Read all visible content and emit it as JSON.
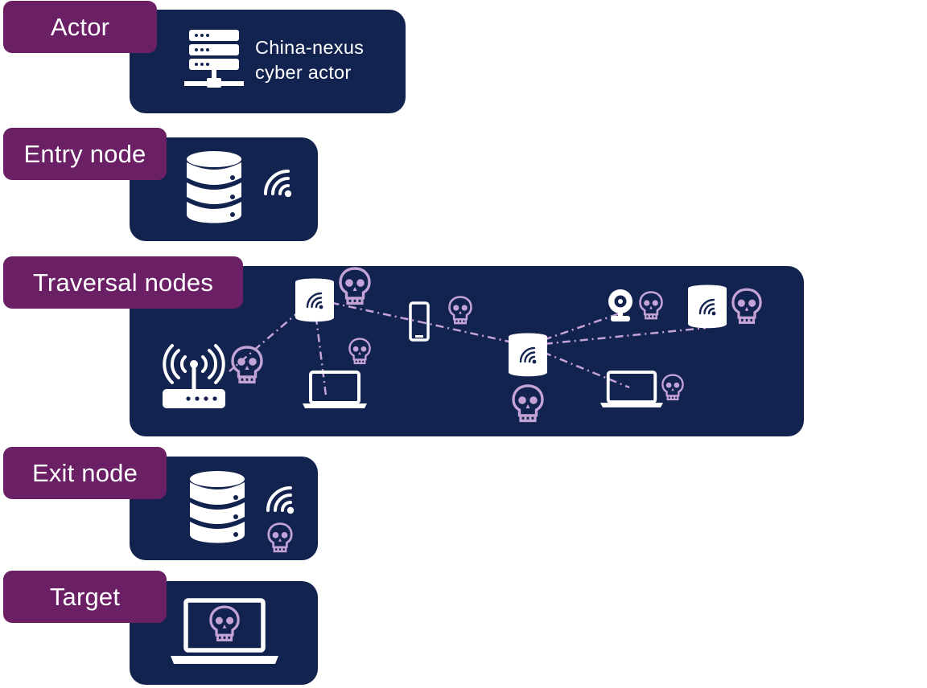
{
  "stages": {
    "actor": {
      "label": "Actor",
      "description": [
        "China-nexus",
        "cyber actor"
      ]
    },
    "entry": {
      "label": "Entry node"
    },
    "traversal": {
      "label": "Traversal nodes"
    },
    "exit": {
      "label": "Exit node"
    },
    "target": {
      "label": "Target"
    }
  },
  "colors": {
    "panel": "#13234f",
    "tag": "#6b2066",
    "skull": "#c4a3d6",
    "link": "#c4a3d6",
    "device": "#ffffff"
  },
  "icons": {
    "actor": "server-rack-icon",
    "entry": [
      "database-icon",
      "wifi-icon"
    ],
    "traversal": [
      "router-icon",
      "wifi-cylinder-icon",
      "laptop-icon",
      "smartphone-icon",
      "webcam-icon",
      "skull-icon"
    ],
    "exit": [
      "database-icon",
      "wifi-icon",
      "skull-icon"
    ],
    "target": [
      "laptop-icon",
      "skull-icon"
    ]
  }
}
